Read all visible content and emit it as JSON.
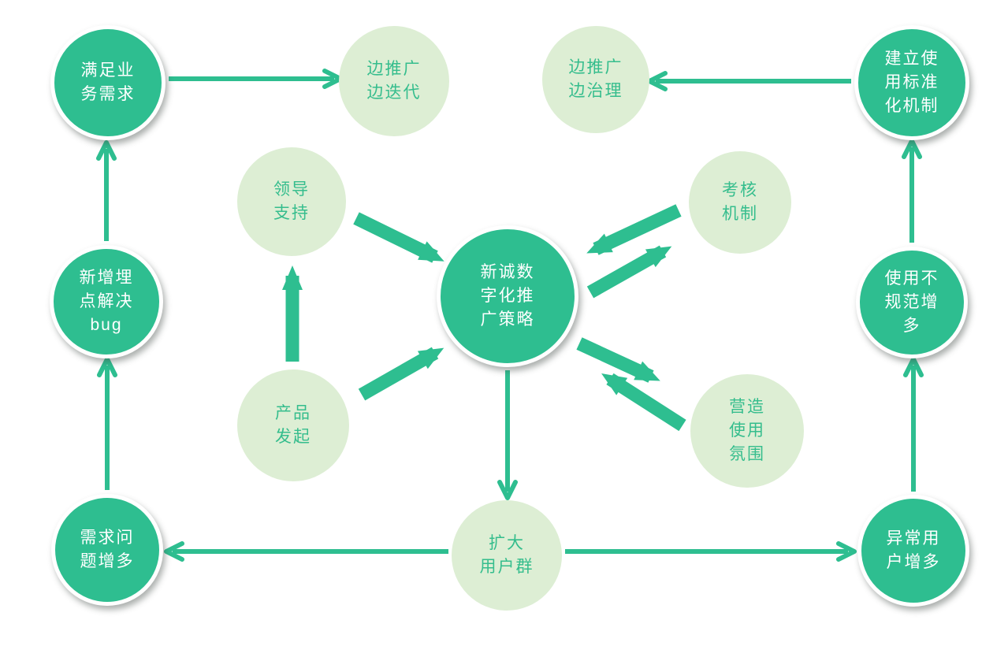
{
  "colors": {
    "background": "#ffffff",
    "solid_fill": "#2EBE90",
    "solid_text": "#ffffff",
    "light_fill": "#DDEED4",
    "light_text": "#35BD8D",
    "arrow": "#2EBE90",
    "node_ring": "#ffffff"
  },
  "nodes": [
    {
      "id": "meet-business-needs",
      "label": "满足业\n务需求",
      "style": "solid"
    },
    {
      "id": "iterate-promote",
      "label": "边推广\n边迭代",
      "style": "light"
    },
    {
      "id": "govern-promote",
      "label": "边推广\n边治理",
      "style": "light"
    },
    {
      "id": "standardization",
      "label": "建立使\n用标准\n化机制",
      "style": "solid"
    },
    {
      "id": "leadership-support",
      "label": "领导\n支持",
      "style": "light"
    },
    {
      "id": "assessment-mechanism",
      "label": "考核\n机制",
      "style": "light"
    },
    {
      "id": "core-strategy",
      "label": "新诚数\n字化推\n广策略",
      "style": "solid"
    },
    {
      "id": "tracking-bugfix",
      "label": "新增埋\n点解决\nbug",
      "style": "solid"
    },
    {
      "id": "irregular-usage",
      "label": "使用不\n规范增\n多",
      "style": "solid"
    },
    {
      "id": "product-initiation",
      "label": "产品\n发起",
      "style": "light"
    },
    {
      "id": "usage-atmosphere",
      "label": "营造\n使用\n氛围",
      "style": "light"
    },
    {
      "id": "expand-user-base",
      "label": "扩大\n用户群",
      "style": "light"
    },
    {
      "id": "demand-issues",
      "label": "需求问\n题增多",
      "style": "solid"
    },
    {
      "id": "abnormal-users",
      "label": "异常用\n户增多",
      "style": "solid"
    }
  ],
  "edges": [
    {
      "from": "meet-business-needs",
      "to": "iterate-promote",
      "style": "thin"
    },
    {
      "from": "standardization",
      "to": "govern-promote",
      "style": "thin"
    },
    {
      "from": "tracking-bugfix",
      "to": "meet-business-needs",
      "style": "thin"
    },
    {
      "from": "demand-issues",
      "to": "tracking-bugfix",
      "style": "thin"
    },
    {
      "from": "irregular-usage",
      "to": "standardization",
      "style": "thin"
    },
    {
      "from": "abnormal-users",
      "to": "irregular-usage",
      "style": "thin"
    },
    {
      "from": "core-strategy",
      "to": "expand-user-base",
      "style": "thin"
    },
    {
      "from": "expand-user-base",
      "to": "demand-issues",
      "style": "thin"
    },
    {
      "from": "expand-user-base",
      "to": "abnormal-users",
      "style": "thin"
    },
    {
      "from": "leadership-support",
      "to": "core-strategy",
      "style": "thick"
    },
    {
      "from": "product-initiation",
      "to": "leadership-support",
      "style": "thick"
    },
    {
      "from": "product-initiation",
      "to": "core-strategy",
      "style": "thick"
    },
    {
      "from": "assessment-mechanism",
      "to": "core-strategy",
      "style": "thick"
    },
    {
      "from": "core-strategy",
      "to": "assessment-mechanism",
      "style": "thick"
    },
    {
      "from": "core-strategy",
      "to": "usage-atmosphere",
      "style": "thick"
    },
    {
      "from": "usage-atmosphere",
      "to": "core-strategy",
      "style": "thick"
    }
  ]
}
